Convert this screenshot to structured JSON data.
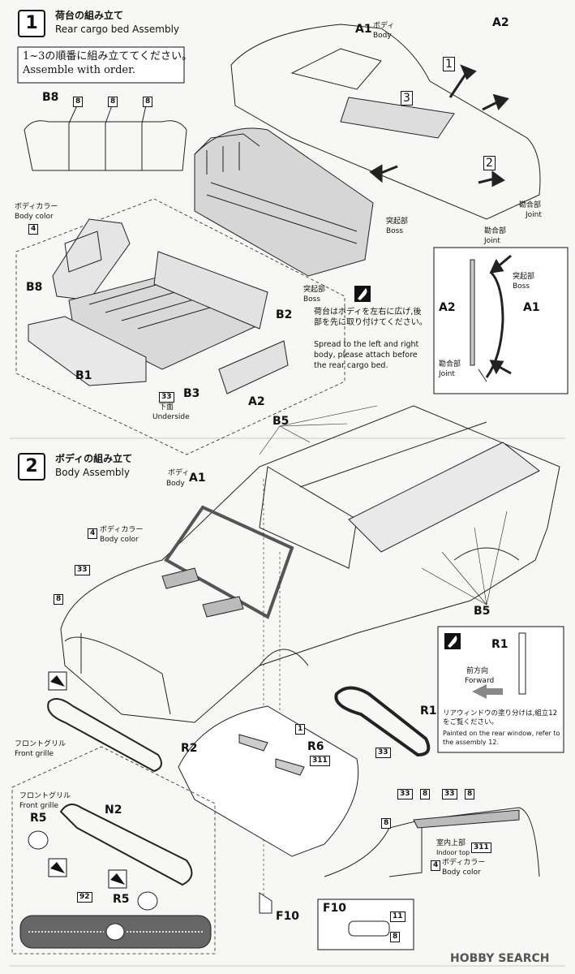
{
  "step1": {
    "number": "1",
    "title_jp": "荷台の組み立て",
    "title_en": "Rear cargo bed Assembly",
    "order_jp": "1~3の順番に組み立ててください。",
    "order_en": "Assemble with order.",
    "body_label_jp": "ボディ",
    "body_label_en": "Body",
    "body_color_jp": "ボディカラー",
    "body_color_en": "Body color",
    "boss_jp": "突起部",
    "boss_en": "Boss",
    "joint_jp": "勘合部",
    "joint_en": "Joint",
    "underside_jp": "下面",
    "underside_en": "Underside",
    "note_jp": "荷台はボディを左右に広げ,後部を先に取り付けてください。",
    "note_en": "Spread to the left and right body, please attach before the rear cargo bed.",
    "order_markers": [
      "1",
      "2",
      "3"
    ],
    "parts": [
      "A1",
      "A2",
      "B8",
      "B2",
      "B1",
      "B3"
    ],
    "color_nums": [
      "4",
      "8",
      "33"
    ]
  },
  "step2": {
    "number": "2",
    "title_jp": "ボディの組み立て",
    "title_en": "Body Assembly",
    "body_label_jp": "ボディ",
    "body_label_en": "Body",
    "body_color_jp": "ボディカラー",
    "body_color_en": "Body color",
    "front_grille_jp": "フロントグリル",
    "front_grille_en": "Front grille",
    "forward_jp": "前方向",
    "forward_en": "Forward",
    "rear_window_jp": "リアウィンドウの塗り分けは,組立12をご覧ください。",
    "rear_window_en": "Painted on the rear window, refer to the assembly 12.",
    "indoor_top_jp": "室内上部",
    "indoor_top_en": "Indoor top",
    "parts": [
      "A1",
      "B5",
      "R1",
      "R2",
      "R5",
      "R6",
      "N2",
      "F10"
    ],
    "color_nums": [
      "1",
      "4",
      "8",
      "11",
      "33",
      "92",
      "311"
    ]
  },
  "watermark": "HOBBY SEARCH"
}
